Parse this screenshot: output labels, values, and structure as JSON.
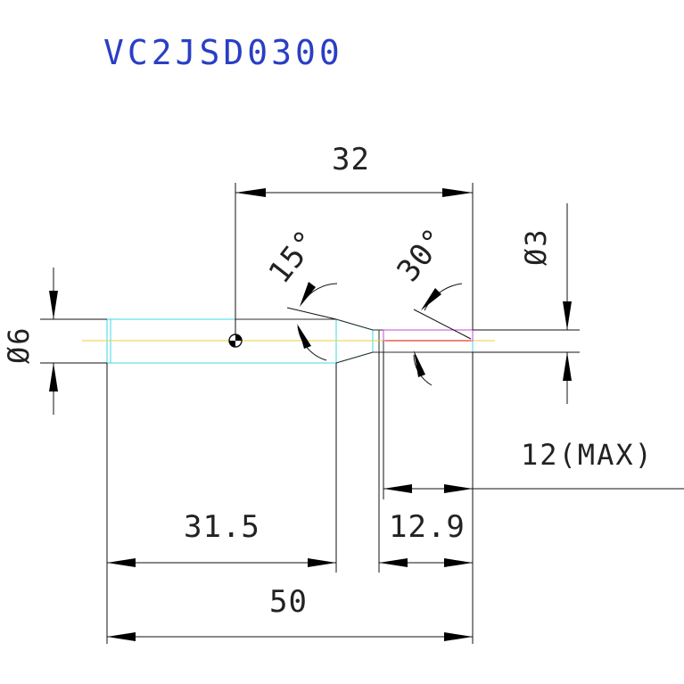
{
  "drawing": {
    "part_number": "VC2JSD0300",
    "dimensions": {
      "overall_length": "50",
      "shank_length": "31.5",
      "tip_length": "12.9",
      "max_depth": "12(MAX)",
      "reference_length": "32",
      "body_diameter": "Ø6",
      "tip_diameter": "Ø3",
      "taper_angle": "15°",
      "point_angle": "30°"
    }
  }
}
